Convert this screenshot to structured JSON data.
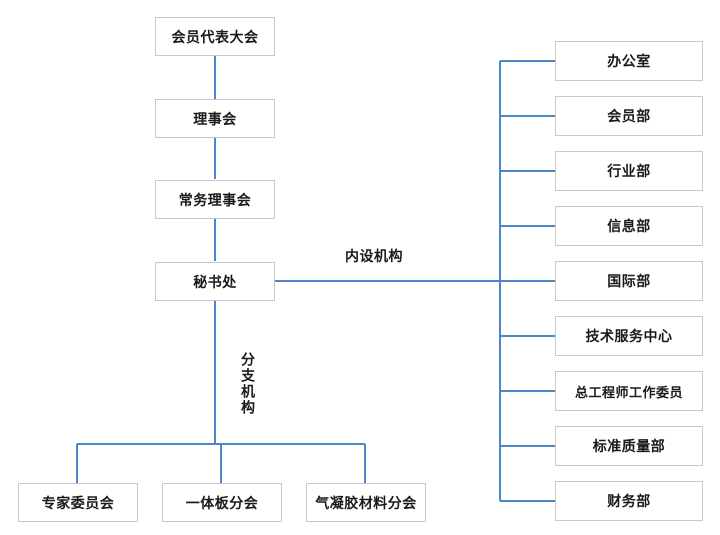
{
  "diagram": {
    "type": "org-chart",
    "title": "",
    "colors": {
      "connector": "#4a86c8",
      "box_border": "#c9c9c9",
      "box_fill": "#ffffff",
      "text": "#1a1a1a"
    },
    "labels": {
      "internal_departments": "内设机构",
      "branch_organizations": "分支机构"
    },
    "main_chain": [
      {
        "id": "assembly",
        "label": "会员代表大会"
      },
      {
        "id": "council",
        "label": "理事会"
      },
      {
        "id": "standing_council",
        "label": "常务理事会"
      },
      {
        "id": "secretariat",
        "label": "秘书处"
      }
    ],
    "branch_units": [
      {
        "id": "expert_committee",
        "label": "专家委员会"
      },
      {
        "id": "integrated_board_branch",
        "label": "一体板分会"
      },
      {
        "id": "aerogel_material_branch",
        "label": "气凝胶材料分会"
      }
    ],
    "internal_departments": [
      {
        "id": "office",
        "label": "办公室"
      },
      {
        "id": "membership_dept",
        "label": "会员部"
      },
      {
        "id": "industry_dept",
        "label": "行业部"
      },
      {
        "id": "information_dept",
        "label": "信息部"
      },
      {
        "id": "international_dept",
        "label": "国际部"
      },
      {
        "id": "tech_service_center",
        "label": "技术服务中心"
      },
      {
        "id": "chief_engineer_committee",
        "label": "总工程师工作委员"
      },
      {
        "id": "standard_quality_dept",
        "label": "标准质量部"
      },
      {
        "id": "finance_dept",
        "label": "财务部"
      }
    ]
  }
}
